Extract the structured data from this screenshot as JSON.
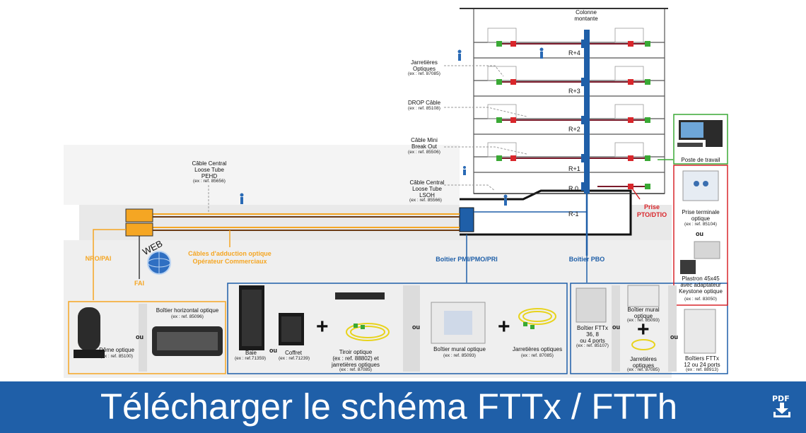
{
  "colors": {
    "blue": "#1f5fa8",
    "orange": "#f5a623",
    "green": "#3aa935",
    "red": "#d9262b",
    "grey": "#e2e2e2",
    "banner": "#1f5fa8"
  },
  "building": {
    "riser_label": "Colonne\nmontante",
    "floors": [
      "R+4",
      "R+3",
      "R+2",
      "R+1",
      "R 0",
      "R-1"
    ]
  },
  "cables": {
    "jarretieres": {
      "name": "Jarretières\nOptiques",
      "ref": "(ex : ref. 87085)"
    },
    "drop": {
      "name": "DROP Câble",
      "ref": "(ex : ref. 85108)"
    },
    "mini": {
      "name": "Câble Mini\nBreak Out",
      "ref": "(ex : ref. 85506)"
    },
    "lsoh": {
      "name": "Câble Central\nLoose Tube\nLSOH",
      "ref": "(ex : ref. 85566)"
    },
    "pehd": {
      "name": "Câble Central\nLoose Tube\nPEHD",
      "ref": "(ex : ref. 85656)"
    }
  },
  "labels": {
    "adduction": "Câbles d'adduction optique\nOpérateur Commerciaux",
    "nro": "NRO/PAI",
    "web": "WEB",
    "fai": "FAI",
    "pmi": "Boîtier PMI/PMO/PRI",
    "pbo": "Boîtier PBO",
    "prise": "Prise\nPTO/DTIO",
    "poste": "Poste de travail"
  },
  "right_panel": {
    "prise_terminale": {
      "name": "Prise terminale\noptique",
      "ref": "(ex : ref. 85104)"
    },
    "ou": "ou",
    "plastron": {
      "name": "Plastron 45x45\navec adaptateur\nKeystone optique",
      "ref": "(ex : ref. 83050)"
    }
  },
  "nro_box": {
    "dome": {
      "name": "Dôme optique",
      "ref": "(ex : ref. 85100)"
    },
    "ou": "ou",
    "boitier_h": {
      "name": "Boîtier horizontal optique",
      "ref": "(ex : ref. 85096)"
    }
  },
  "pmi_box": {
    "baie": {
      "name": "Baie",
      "ref": "(ex : ref.71359)"
    },
    "ou1": "ou",
    "coffret": {
      "name": "Coffret",
      "ref": "(ex : ref.71239)"
    },
    "plus1": "+",
    "tiroir": {
      "name": "Tiroir optique\n(ex : ref. 88802) et\njarretières optiques",
      "ref": "(ex : ref. 87085)"
    },
    "ou2": "ou",
    "mural": {
      "name": "Boîtier mural optique",
      "ref": "(ex : ref. 85093)"
    },
    "plus2": "+",
    "jarretieres": {
      "name": "Jarretières optiques",
      "ref": "(ex : ref. 87085)"
    }
  },
  "pbo_box": {
    "fttx": {
      "name": "Boîtier FTTx\n36, 8\nou 4 ports",
      "ref": "(ex : ref. 85107)"
    },
    "ou1": "ou",
    "mural": {
      "name": "Boîtier mural\noptique",
      "ref": "(ex : ref. 85093)"
    },
    "plus": "+",
    "jarretieres": {
      "name": "Jarretières\noptiques",
      "ref": "(ex : ref. 87085)"
    },
    "ou2": "ou",
    "fttx12": {
      "name": "Boîtiers FTTx\n12 ou 24 ports",
      "ref": "(ex : ref. 88913)"
    }
  },
  "banner": {
    "text": "Télécharger le schéma FTTx / FTTh",
    "icon": "pdf-download-icon",
    "icon_label": "PDF"
  }
}
